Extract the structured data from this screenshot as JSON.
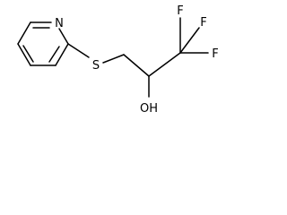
{
  "molecule": {
    "atoms": {
      "nitrogen": "N",
      "sulfur": "S",
      "hydroxyl": "OH",
      "fluorine_top": "F",
      "fluorine_top_right": "F",
      "fluorine_right": "F"
    }
  },
  "colors": {
    "bonds": "#000000",
    "background": "#ffffff"
  }
}
